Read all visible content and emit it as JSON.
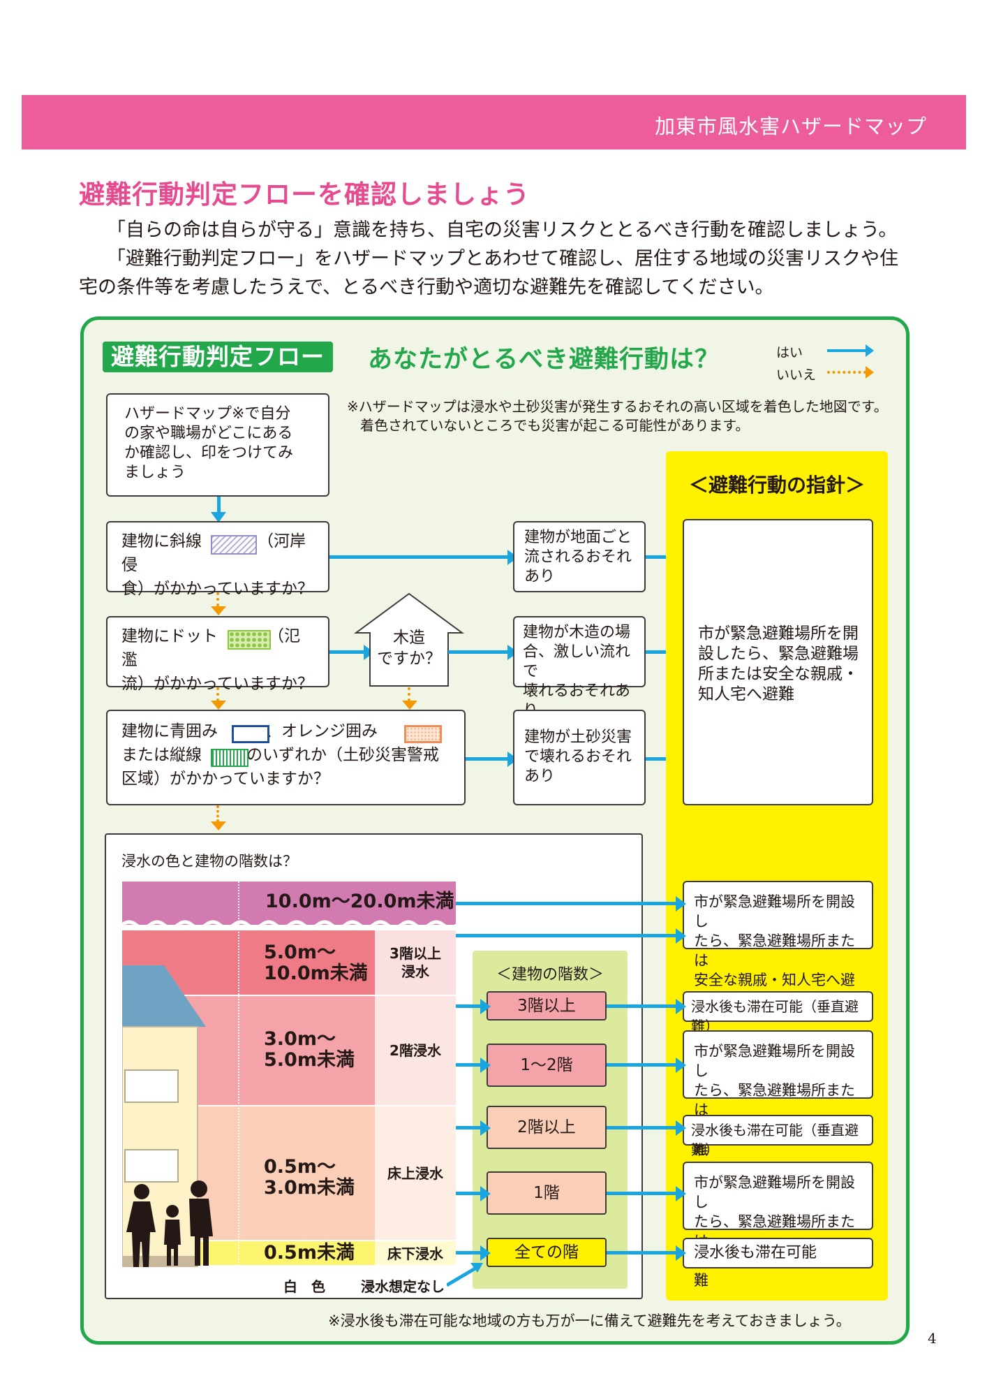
{
  "header": {
    "title": "加東市風水害ハザードマップ"
  },
  "heading": "避難行動判定フローを確認しましょう",
  "intro": {
    "line1": "「自らの命は自らが守る」意識を持ち、自宅の災害リスクととるべき行動を確認しましょう。",
    "line2": "「避難行動判定フロー」をハザードマップとあわせて確認し、居住する地域の災害リスクや住",
    "line3": "宅の条件等を考慮したうえで、とるべき行動や適切な避難先を確認してください。"
  },
  "flow": {
    "badge": "避難行動判定フロー",
    "question": "あなたがとるべき避難行動は？",
    "legend": {
      "yes": "はい",
      "no": "いいえ"
    },
    "start_box": {
      "l1": "ハザードマップ※で自分",
      "l2": "の家や職場がどこにある",
      "l3": "か確認し、印をつけてみ",
      "l4": "ましょう"
    },
    "hazard_note": {
      "l1": "※ハザードマップは浸水や土砂災害が発生するおそれの高い区域を着色した地図です。",
      "l2": "着色されていないところでも災害が起こる可能性があります。"
    },
    "q1": {
      "a": "建物に斜線",
      "b": "（河岸侵",
      "c": "食）がかかっていますか？"
    },
    "q2": {
      "a": "建物にドット",
      "b": "（氾濫",
      "c": "流）がかかっていますか？"
    },
    "q3": {
      "a": "建物に青囲み",
      "b": "、オレンジ囲み",
      "c": "または縦線",
      "d": "のいずれか（土砂災害警戒",
      "e": "区域）がかかっていますか？"
    },
    "wooden": {
      "l1": "木造",
      "l2": "ですか？"
    },
    "result1": {
      "l1": "建物が地面ごと",
      "l2": "流されるおそれ",
      "l3": "あり"
    },
    "result2": {
      "l1": "建物が木造の場",
      "l2": "合、激しい流れで",
      "l3": "壊れるおそれあり"
    },
    "result3": {
      "l1": "建物が土砂災害",
      "l2": "で壊れるおそれ",
      "l3": "あり"
    }
  },
  "guide": {
    "title": "＜避難行動の指針＞",
    "main": {
      "l1": "市が緊急避難場所を開",
      "l2": "設したら、緊急避難場",
      "l3": "所または安全な親戚・",
      "l4": "知人宅へ避難"
    },
    "evac": {
      "l1": "市が緊急避難場所を開設し",
      "l2": "たら、緊急避難場所または",
      "l3": "安全な親戚・知人宅へ避難"
    },
    "stay_vertical": "浸水後も滞在可能（垂直避難）",
    "stay": "浸水後も滞在可能"
  },
  "depth": {
    "question": "浸水の色と建物の階数は？",
    "d1": "10.0m～20.0m未満",
    "d2": {
      "l1": "5.0m～",
      "l2": "10.0m未満",
      "lbl1": "3階以上",
      "lbl2": "浸水"
    },
    "d3": {
      "l1": "3.0m～",
      "l2": "5.0m未満",
      "lbl": "2階浸水"
    },
    "d4": {
      "l1": "0.5m～",
      "l2": "3.0m未満",
      "lbl": "床上浸水"
    },
    "d5": {
      "l1": "0.5m未満",
      "lbl": "床下浸水"
    },
    "white": {
      "a": "白　色",
      "b": "浸水想定なし"
    }
  },
  "floors": {
    "title": "＜建物の階数＞",
    "f3up": "3階以上",
    "f12": "1～2階",
    "f2up": "2階以上",
    "f1": "1階",
    "all": "全ての階"
  },
  "footnote": "※浸水後も滞在可能な地域の方も万が一に備えて避難先を考えておきましょう。",
  "page_number": "4",
  "colors": {
    "pink": "#ee5d9b",
    "green": "#22a84a",
    "yellow": "#fff100",
    "blue": "#19a6e0",
    "orange": "#f39800"
  }
}
